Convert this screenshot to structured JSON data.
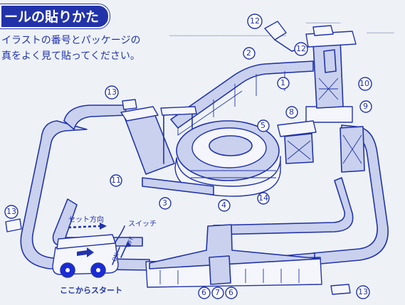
{
  "header": {
    "title": "ールの貼りかた",
    "line1": "イラストの番号とパッケージの",
    "line2": "真をよく見て貼ってください。"
  },
  "diagram": {
    "markers": [
      "1",
      "2",
      "3",
      "4",
      "5",
      "6",
      "7",
      "6",
      "8",
      "9",
      "10",
      "11",
      "12",
      "12",
      "13",
      "13",
      "13",
      "14"
    ],
    "set_direction": "セット方向",
    "switch": "スイッチ",
    "on": "ON",
    "off": "OFF",
    "start": "ここからスタート"
  },
  "colors": {
    "ink": "#2233aa",
    "track_fill": "#c9d1ee",
    "background": "#eef2f7",
    "wheel": "#1a2bd6"
  }
}
